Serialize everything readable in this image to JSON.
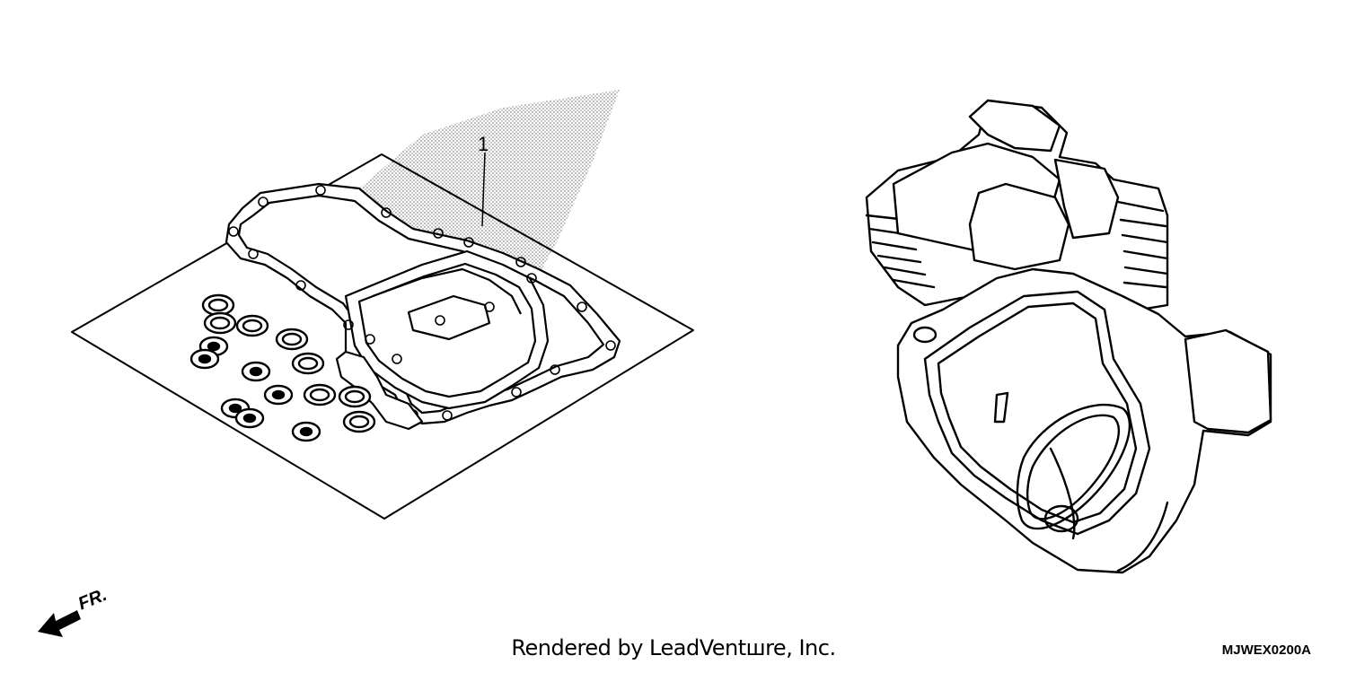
{
  "diagram": {
    "callouts": [
      {
        "label": "1"
      }
    ],
    "direction_label": "FR.",
    "credit": "Rendered by LeadVentшre, Inc.",
    "diagram_code": "MJWEX0200A"
  },
  "icons": {
    "direction": "arrow-icon"
  }
}
